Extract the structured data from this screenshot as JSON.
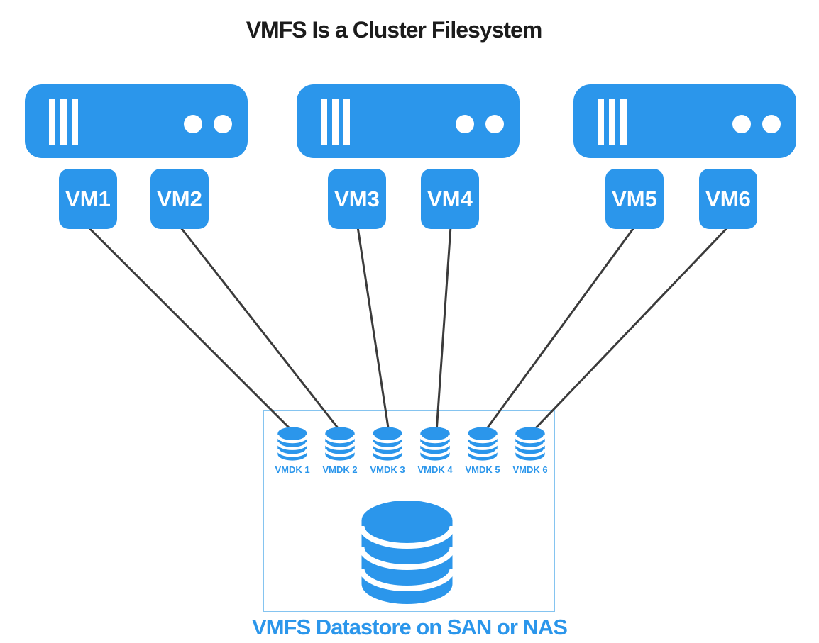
{
  "title": "VMFS Is a Cluster Filesystem",
  "colors": {
    "primary": "#2B96EB",
    "connector": "#3B3B3B",
    "boxBorder": "#85C4F0",
    "titleColor": "#1C1C1C"
  },
  "icons": {
    "host": "server-icon",
    "vmdk": "database-disk-icon",
    "datastore": "database-disk-icon"
  },
  "vms": [
    {
      "label": "VM1"
    },
    {
      "label": "VM2"
    },
    {
      "label": "VM3"
    },
    {
      "label": "VM4"
    },
    {
      "label": "VM5"
    },
    {
      "label": "VM6"
    }
  ],
  "vmdks": [
    {
      "label": "VMDK 1"
    },
    {
      "label": "VMDK 2"
    },
    {
      "label": "VMDK 3"
    },
    {
      "label": "VMDK 4"
    },
    {
      "label": "VMDK 5"
    },
    {
      "label": "VMDK 6"
    }
  ],
  "datastore": {
    "caption": "VMFS Datastore on SAN or NAS"
  }
}
